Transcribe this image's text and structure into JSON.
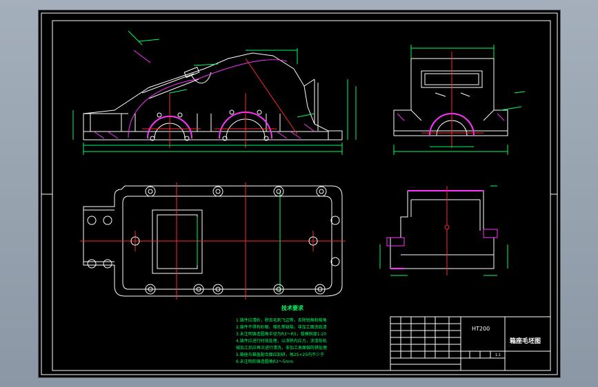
{
  "drawing": {
    "colors": {
      "background": "#000000",
      "outline": "#ffffff",
      "dimension": "#00ff66",
      "centerline": "#ff2a2a",
      "hatch": "#ff33ff",
      "accent": "#d94cd9"
    },
    "title_block": {
      "part_code": "HT200",
      "drawing_name": "箱座毛坯图",
      "scale": "1:1"
    },
    "notes": {
      "heading": "技术要求",
      "lines": [
        "1.铸件应清砂，除去毛刺飞边等，去除锐角和棱角",
        "2.铸件不得有砂眼、缩孔等缺陷，非加工面涂底漆",
        "3.未注明铸造圆角半径为R3～R5，拔模斜度1:20",
        "4.铸件应进行时效处理，以消除内应力，涂漆前机",
        "械加工后应再次进行清洗，非加工表面做防锈处理",
        "5.箱座与箱盖配合面应刮研，每25×25内不少于",
        "6.未注明的铸造圆角R3～5mm"
      ]
    }
  }
}
